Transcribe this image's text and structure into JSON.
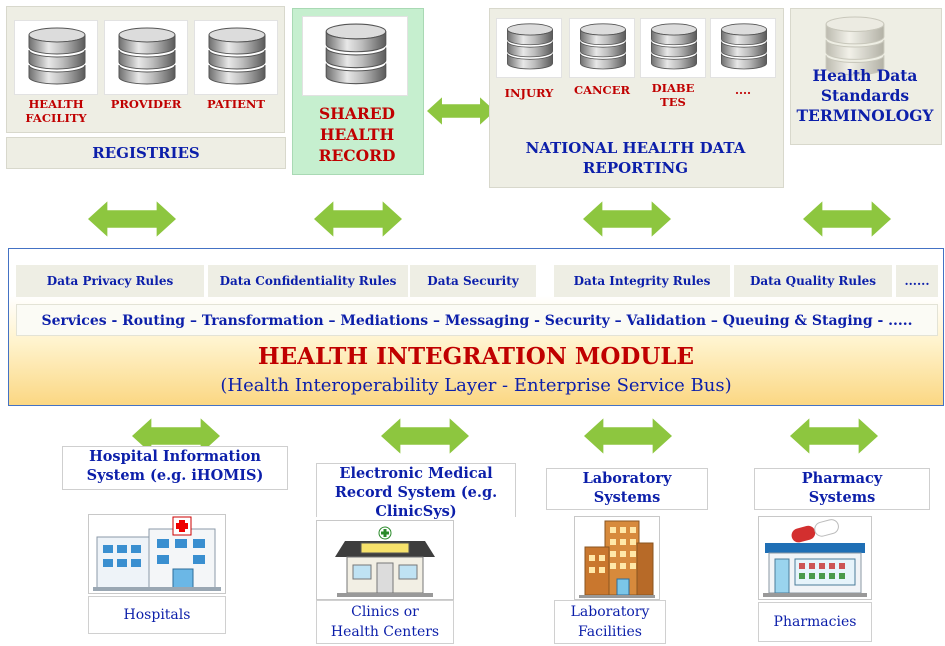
{
  "registries": {
    "items": [
      "HEALTH\nFACILITY",
      "PROVIDER",
      "PATIENT"
    ],
    "title": "REGISTRIES"
  },
  "shr": {
    "title": "SHARED\nHEALTH\nRECORD"
  },
  "reporting": {
    "items": [
      "INJURY",
      "CANCER",
      "DIABE\nTES",
      "...."
    ],
    "title": "NATIONAL HEALTH DATA\nREPORTING"
  },
  "standards": {
    "title": "Health Data\nStandards\nTERMINOLOGY"
  },
  "rules": [
    "Data Privacy Rules",
    "Data Confidentiality Rules",
    "Data Security",
    "Data Integrity Rules",
    "Data Quality Rules",
    "......"
  ],
  "services": "Services - Routing – Transformation – Mediations – Messaging -  Security – Validation – Queuing & Staging - .....",
  "him": {
    "title": "HEALTH INTEGRATION MODULE",
    "subtitle": "(Health Interoperability Layer - Enterprise Service Bus)"
  },
  "systems": [
    {
      "title": "Hospital Information\nSystem (e.g. iHOMIS)",
      "facility": "Hospitals"
    },
    {
      "title": "Electronic Medical\nRecord System (e.g.\nClinicSys)",
      "facility": "Clinics or\nHealth Centers"
    },
    {
      "title": "Laboratory\nSystems",
      "facility": "Laboratory\nFacilities"
    },
    {
      "title": "Pharmacy\nSystems",
      "facility": "Pharmacies"
    }
  ],
  "colors": {
    "arrow": "#8dc63f",
    "title_blue": "#0c1faa",
    "title_red": "#c00000",
    "him_red": "#c00000"
  },
  "icons": [
    "database-icon",
    "hospital-icon",
    "clinic-icon",
    "laboratory-building-icon",
    "pharmacy-icon",
    "bidirectional-arrow-icon"
  ]
}
